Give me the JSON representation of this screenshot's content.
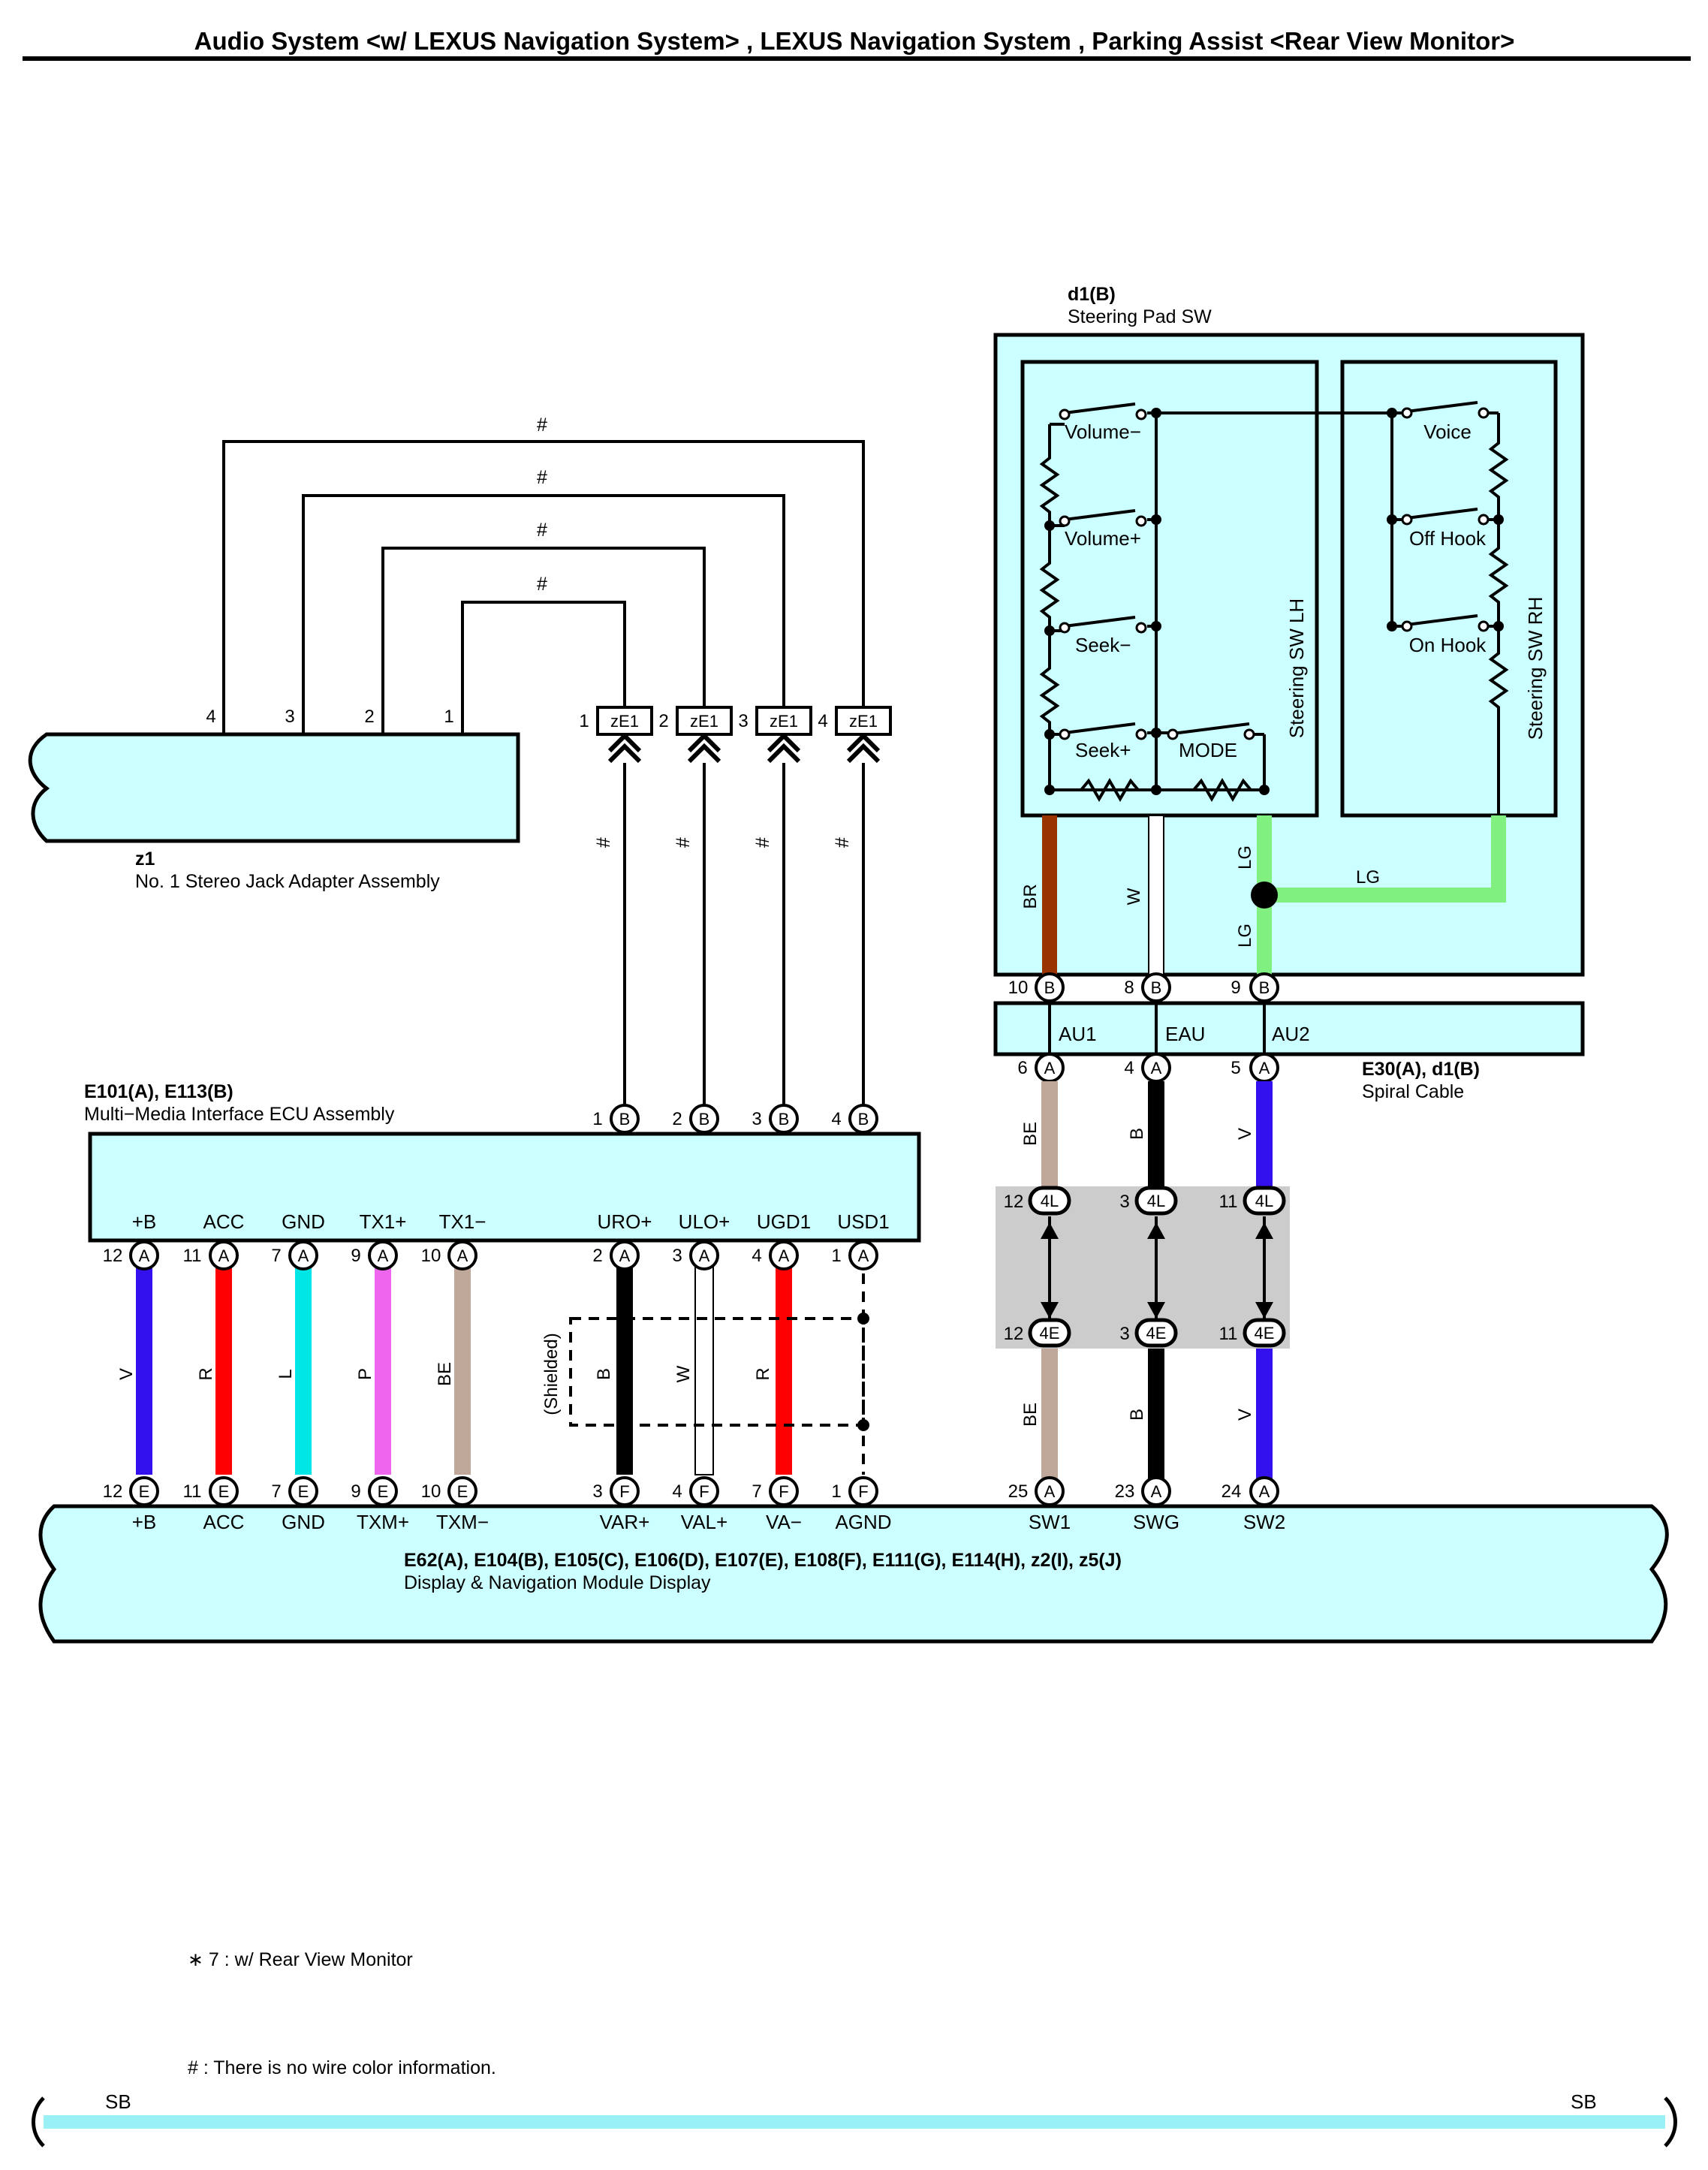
{
  "title": "Audio System <w/ LEXUS Navigation System> , LEXUS Navigation System , Parking Assist <Rear View Monitor>",
  "colors": {
    "box_fill": "#ccffff",
    "junction_fill": "#cccccc",
    "wire_V": "#3311ee",
    "wire_R": "#ff0000",
    "wire_L": "#00e5e5",
    "wire_P": "#ee66ee",
    "wire_BE": "#bfa89a",
    "wire_B": "#000000",
    "wire_W": "#ffffff",
    "wire_BR": "#993300",
    "wire_LG": "#80f080",
    "wire_SB": "#99f0f5"
  },
  "components": {
    "z1": {
      "code": "z1",
      "name": "No. 1 Stereo Jack Adapter Assembly",
      "pins": [
        "4",
        "3",
        "2",
        "1"
      ]
    },
    "steering_pad": {
      "code": "d1(B)",
      "name": "Steering Pad SW",
      "lh_label": "Steering SW LH",
      "rh_label": "Steering SW RH",
      "lh_switches": [
        "Volume−",
        "Volume+",
        "Seek−",
        "Seek+",
        "MODE"
      ],
      "rh_switches": [
        "Voice",
        "Off Hook",
        "On Hook"
      ]
    },
    "spiral": {
      "code": "E30(A), d1(B)",
      "name": "Spiral Cable",
      "pins": [
        "AU1",
        "EAU",
        "AU2"
      ]
    },
    "ecu": {
      "code": "E101(A), E113(B)",
      "name": "Multi−Media Interface ECU Assembly",
      "pins": [
        "+B",
        "ACC",
        "GND",
        "TX1+",
        "TX1−",
        "URO+",
        "ULO+",
        "UGD1",
        "USD1"
      ]
    },
    "display": {
      "code": "E62(A), E104(B), E105(C), E106(D), E107(E), E108(F), E111(G), E114(H), z2(I), z5(J)",
      "name": "Display & Navigation Module Display",
      "pins": [
        "+B",
        "ACC",
        "GND",
        "TXM+",
        "TXM−",
        "VAR+",
        "VAL+",
        "VA−",
        "AGND",
        "SW1",
        "SWG",
        "SW2"
      ]
    }
  },
  "connectors": {
    "ze1": [
      "zE1",
      "zE1",
      "zE1",
      "zE1"
    ],
    "ze1_pins": [
      "1",
      "2",
      "3",
      "4"
    ],
    "junction_upper": [
      "4L",
      "4L",
      "4L"
    ],
    "junction_lower": [
      "4E",
      "4E",
      "4E"
    ]
  },
  "pin_numbers": {
    "ecu_b": [
      "1",
      "2",
      "3",
      "4"
    ],
    "ecu_bottom": [
      "12",
      "11",
      "7",
      "9",
      "10",
      "2",
      "3",
      "4",
      "1"
    ],
    "display_top": [
      "12",
      "11",
      "7",
      "9",
      "10",
      "3",
      "4",
      "7",
      "1",
      "25",
      "23",
      "24"
    ],
    "steering_bottom": [
      "10",
      "8",
      "9"
    ],
    "spiral_bottom": [
      "6",
      "4",
      "5"
    ],
    "junction_upper": [
      "12",
      "3",
      "11"
    ],
    "junction_lower": [
      "12",
      "3",
      "11"
    ]
  },
  "conn_letters": {
    "ze1_b": "B",
    "ecu_bottom": "A",
    "display_left": "E",
    "display_mid": "F",
    "display_right": "A",
    "steering": "B",
    "spiral": "A"
  },
  "wire_colors": {
    "left": [
      "V",
      "R",
      "L",
      "P",
      "BE"
    ],
    "mid": [
      "B",
      "W",
      "R"
    ],
    "right_upper": [
      "BE",
      "B",
      "V"
    ],
    "right_lower": [
      "BE",
      "B",
      "V"
    ],
    "steering": [
      "BR",
      "W",
      "LG",
      "LG",
      "LG"
    ]
  },
  "shielded_label": "(Shielded)",
  "hash_mark": "#",
  "notes": {
    "star7": "∗ 7 : w/ Rear View Monitor",
    "hash_note": "# : There is no wire color information."
  },
  "bus": {
    "left": "SB",
    "right": "SB"
  }
}
